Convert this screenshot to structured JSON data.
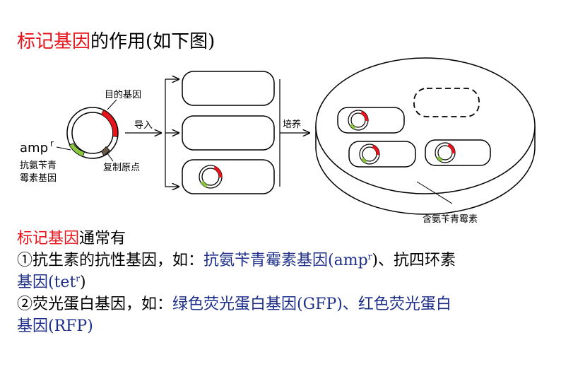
{
  "title": {
    "highlight": "标记基因",
    "rest": "的作用(如下图)"
  },
  "diagram": {
    "plasmid_label_target_gene": "目的基因",
    "plasmid_label_amp": "amp",
    "plasmid_label_amp_sup": "r",
    "plasmid_label_resistance_line1": "抗氨苄青",
    "plasmid_label_resistance_line2": "霉素基因",
    "plasmid_label_origin": "复制原点",
    "arrow_label_import": "导入",
    "arrow_label_culture": "培养",
    "dish_label": "含氨苄青霉素"
  },
  "text": {
    "line1_highlight": "标记基因",
    "line1_rest": "通常有",
    "line2_prefix": "①抗生素的抗性基因，如：",
    "line2_blue": "抗氨苄青霉素基因(amp",
    "line2_sup": "r",
    "line2_mid": ")、抗四环素",
    "line3_blue": "基因(tet",
    "line3_sup": "r",
    "line3_end": ")",
    "line4_prefix": "②荧光蛋白基因，如：",
    "line4_blue": "绿色荧光蛋白基因(GFP)、红色荧光蛋白",
    "line5_blue": "基因(RFP)"
  },
  "colors": {
    "red_gene": "#e8141b",
    "green_gene": "#8cc63f",
    "origin": "#6b5a4a",
    "text_red": "#e8141b",
    "text_blue": "#1e2f8a"
  }
}
